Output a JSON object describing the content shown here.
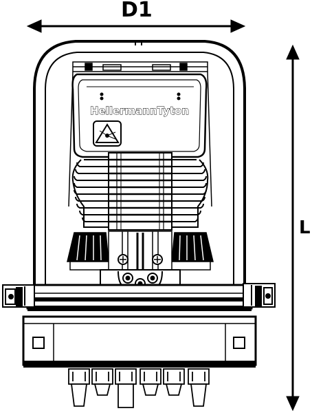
{
  "dimensions": {
    "width_label": "D1",
    "length_label": "L"
  },
  "product": {
    "brand_text": "HellermannTyton"
  },
  "icons": {
    "warning": "laser-warning-icon"
  },
  "colors": {
    "line": "#000000",
    "background": "#ffffff",
    "fill_dark": "#000000"
  }
}
